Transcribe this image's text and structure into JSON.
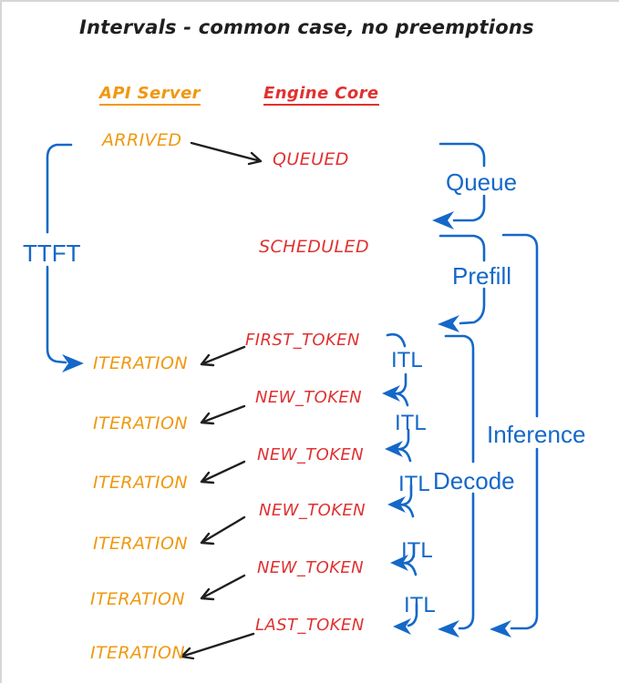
{
  "title": "Intervals - common case, no preemptions",
  "columns": {
    "api_server": "API Server",
    "engine_core": "Engine Core"
  },
  "events": {
    "arrived": "ARRIVED",
    "queued": "QUEUED",
    "scheduled": "SCHEDULED",
    "first_token": "FIRST_TOKEN",
    "new_token": "NEW_TOKEN",
    "last_token": "LAST_TOKEN",
    "iteration": "ITERATION"
  },
  "intervals": {
    "ttft": "TTFT",
    "queue": "Queue",
    "prefill": "Prefill",
    "itl": "ITL",
    "decode": "Decode",
    "inference": "Inference"
  },
  "colors": {
    "api_events": "#f0980f",
    "engine_events": "#e03131",
    "intervals": "#1468c8",
    "arrows": "#1f1f1f"
  }
}
